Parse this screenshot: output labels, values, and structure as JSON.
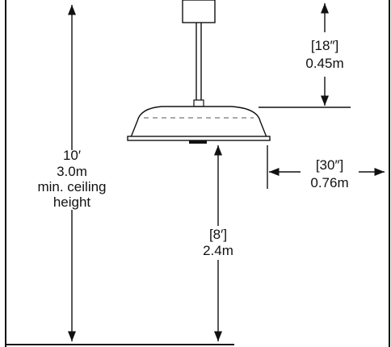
{
  "ceiling_height": {
    "imperial": "10′",
    "metric": "3.0m",
    "note_line1": "min. ceiling",
    "note_line2": "height"
  },
  "drop_length": {
    "imperial": "[18″]",
    "metric": "0.45m"
  },
  "clearance_side": {
    "imperial": "[30″]",
    "metric": "0.76m"
  },
  "floor_clearance": {
    "imperial": "[8′]",
    "metric": "2.4m"
  }
}
